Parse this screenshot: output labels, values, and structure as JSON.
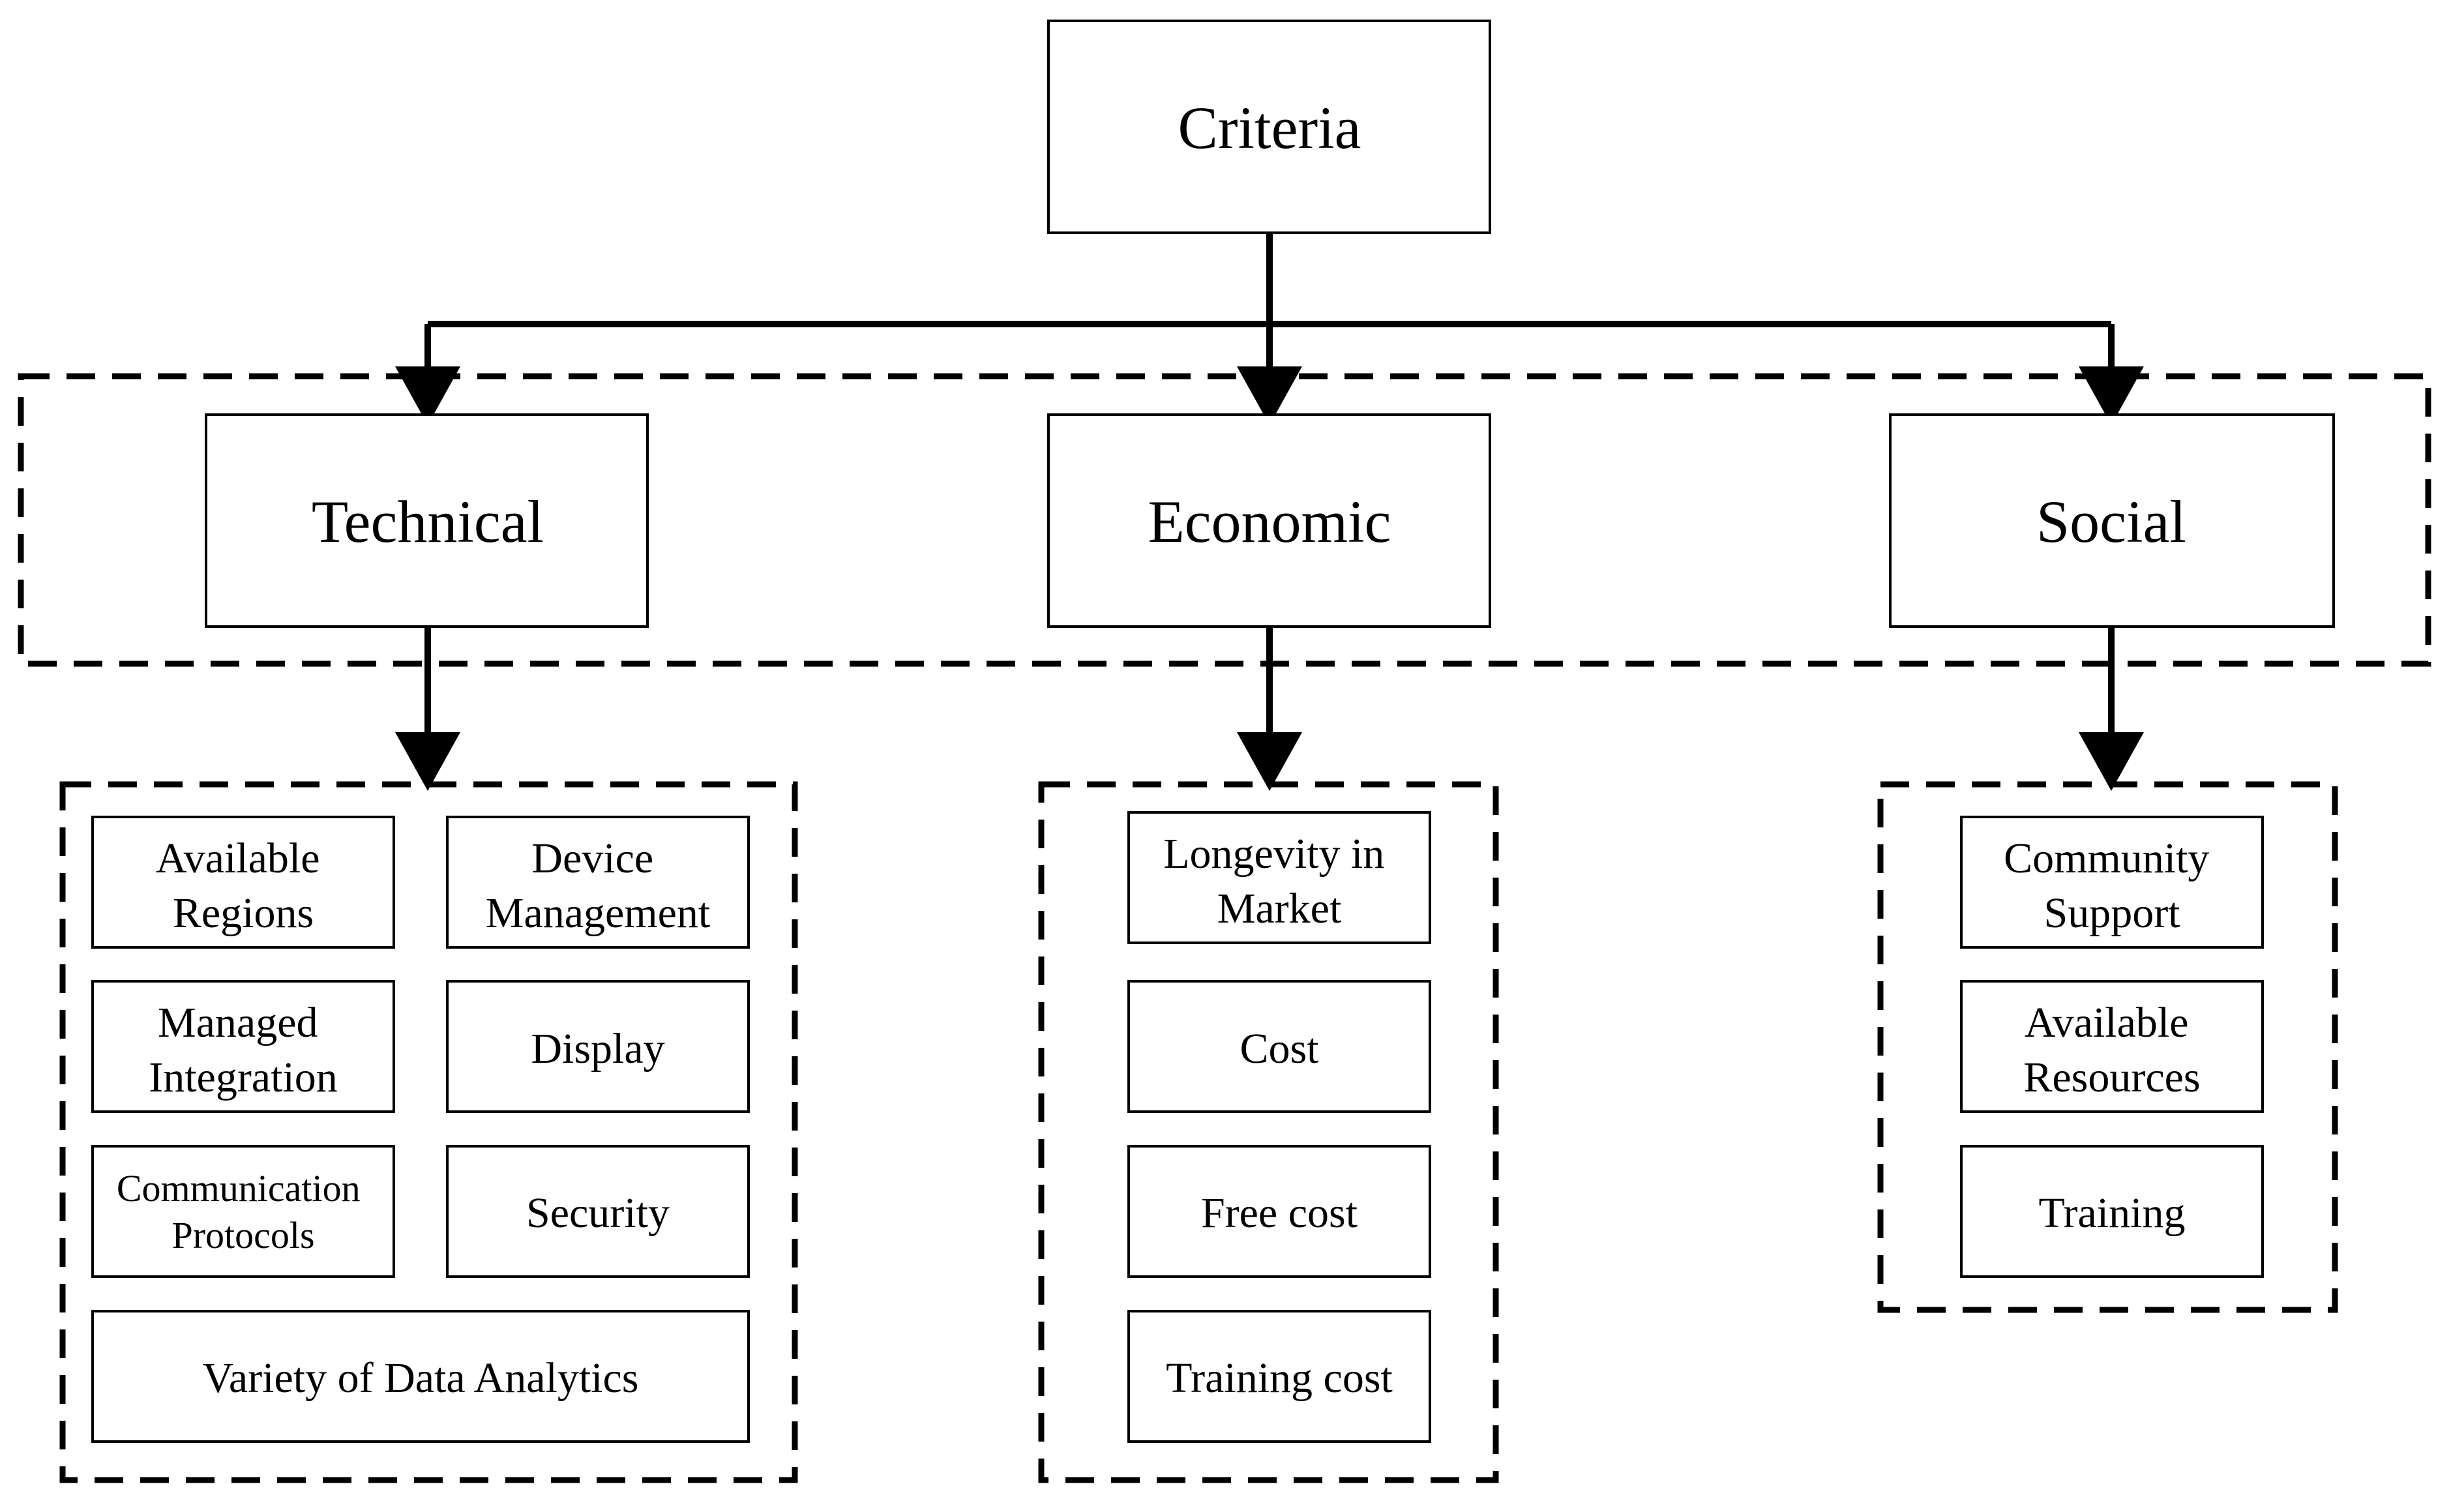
{
  "root": {
    "label": "Criteria"
  },
  "categories": [
    {
      "label": "Technical"
    },
    {
      "label": "Economic"
    },
    {
      "label": "Social"
    }
  ],
  "technical_items": [
    {
      "lines": [
        "Available",
        "Regions"
      ]
    },
    {
      "lines": [
        "Device",
        "Management"
      ]
    },
    {
      "lines": [
        "Managed",
        "Integration"
      ]
    },
    {
      "lines": [
        "Display"
      ]
    },
    {
      "lines": [
        "Communication",
        "Protocols"
      ]
    },
    {
      "lines": [
        "Security"
      ]
    },
    {
      "lines": [
        "Variety of Data Analytics"
      ]
    }
  ],
  "economic_items": [
    {
      "lines": [
        "Longevity in",
        "Market"
      ]
    },
    {
      "lines": [
        "Cost"
      ]
    },
    {
      "lines": [
        "Free cost"
      ]
    },
    {
      "lines": [
        "Training cost"
      ]
    }
  ],
  "social_items": [
    {
      "lines": [
        "Community",
        "Support"
      ]
    },
    {
      "lines": [
        "Available",
        "Resources"
      ]
    },
    {
      "lines": [
        "Training"
      ]
    }
  ]
}
